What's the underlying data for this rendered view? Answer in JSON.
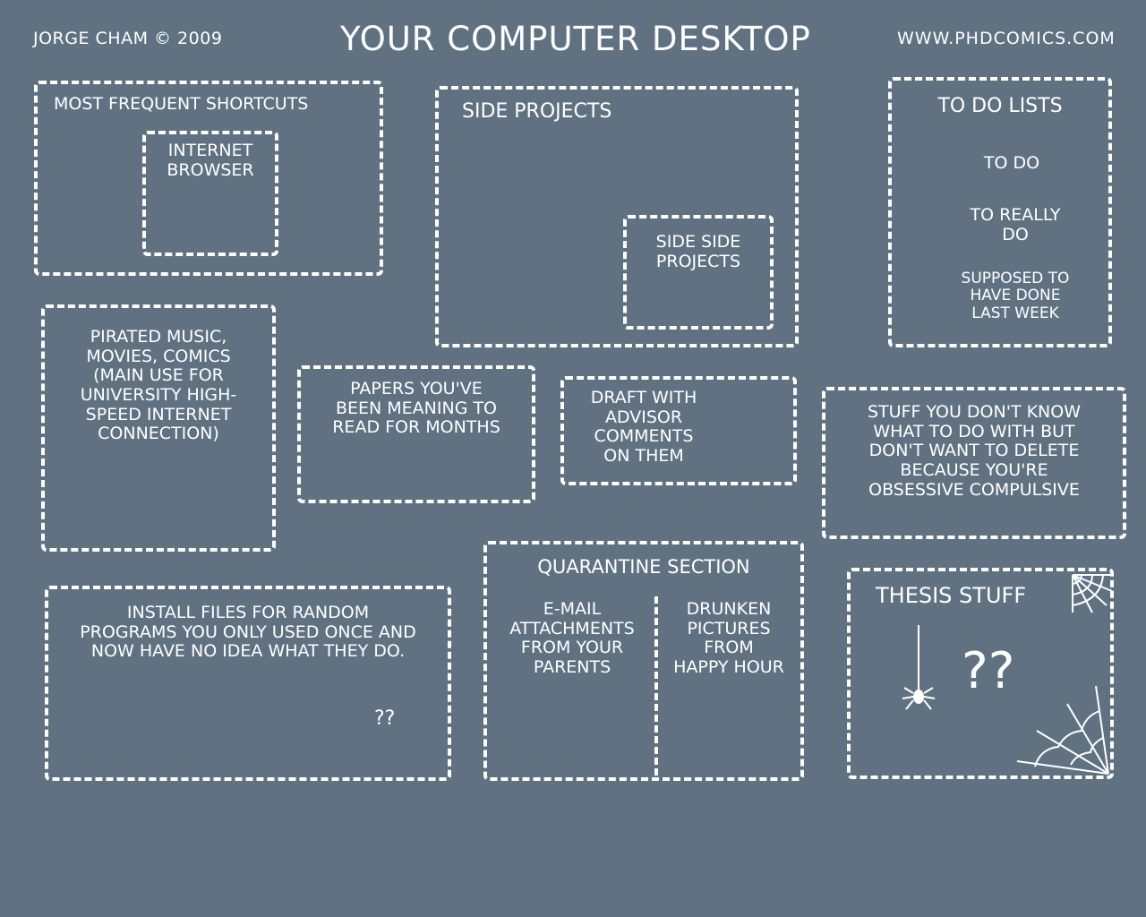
{
  "header": {
    "author": "JORGE CHAM © 2009",
    "title": "YOUR COMPUTER DESKTOP",
    "site": "WWW.PHDCOMICS.COM"
  },
  "sections": {
    "shortcuts": {
      "label": "MOST FREQUENT SHORTCUTS",
      "browser": "INTERNET\nBROWSER"
    },
    "side_projects": {
      "label": "SIDE PROJECTS",
      "side_side": "SIDE SIDE\nPROJECTS"
    },
    "todo": {
      "label": "TO DO LISTS",
      "items": [
        "TO DO",
        "TO REALLY\nDO",
        "SUPPOSED TO\nHAVE DONE\nLAST WEEK"
      ]
    },
    "pirated": {
      "label": "PIRATED MUSIC,\nMOVIES, COMICS\n(MAIN USE FOR\nUNIVERSITY HIGH-\nSPEED INTERNET\nCONNECTION)"
    },
    "papers": {
      "label": "PAPERS YOU'VE\nBEEN MEANING TO\nREAD FOR MONTHS"
    },
    "draft": {
      "label": "DRAFT WITH\nADVISOR\nCOMMENTS\nON THEM"
    },
    "stuff": {
      "label": "STUFF YOU DON'T KNOW\nWHAT TO DO WITH BUT\nDON'T WANT TO DELETE\nBECAUSE YOU'RE\nOBSESSIVE COMPULSIVE"
    },
    "install": {
      "label": "INSTALL FILES FOR RANDOM\nPROGRAMS YOU ONLY USED ONCE AND\nNOW HAVE NO IDEA WHAT THEY DO.",
      "marks": "??"
    },
    "quarantine": {
      "label": "QUARANTINE SECTION",
      "left": "E-MAIL\nATTACHMENTS\nFROM YOUR\nPARENTS",
      "right": "DRUNKEN\nPICTURES\nFROM\nHAPPY HOUR"
    },
    "thesis": {
      "label": "THESIS STUFF",
      "marks": "??"
    }
  },
  "colors": {
    "background": "#607282",
    "ink": "#ffffff"
  }
}
